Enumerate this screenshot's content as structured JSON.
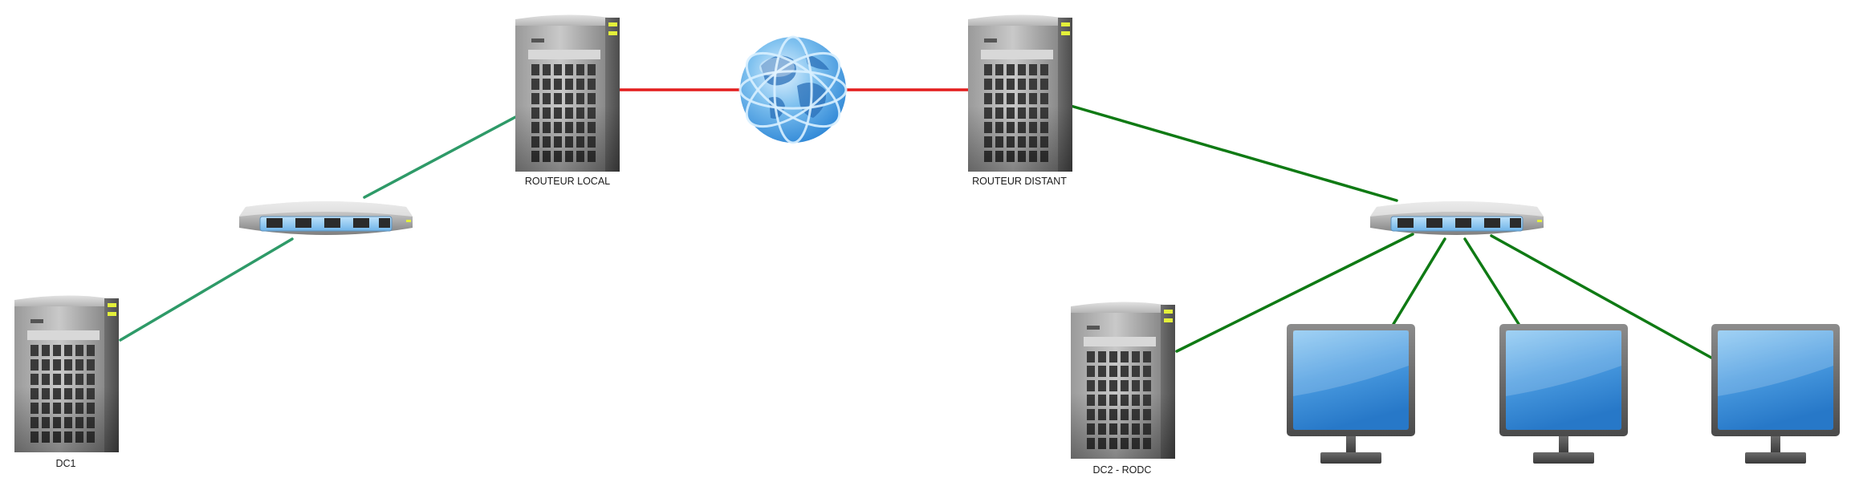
{
  "diagram": {
    "nodes": [
      {
        "id": "dc1",
        "kind": "server",
        "label": "DC1"
      },
      {
        "id": "switch-local",
        "kind": "switch",
        "label": ""
      },
      {
        "id": "router-local",
        "kind": "server",
        "label": "ROUTEUR LOCAL"
      },
      {
        "id": "internet",
        "kind": "globe",
        "label": ""
      },
      {
        "id": "router-remote",
        "kind": "server",
        "label": "ROUTEUR DISTANT"
      },
      {
        "id": "switch-remote",
        "kind": "switch",
        "label": ""
      },
      {
        "id": "dc2",
        "kind": "server",
        "label": "DC2 - RODC"
      },
      {
        "id": "pc1",
        "kind": "monitor",
        "label": ""
      },
      {
        "id": "pc2",
        "kind": "monitor",
        "label": ""
      },
      {
        "id": "pc3",
        "kind": "monitor",
        "label": ""
      }
    ],
    "links": [
      {
        "from": "dc1",
        "to": "switch-local",
        "color": "#2e9a68"
      },
      {
        "from": "switch-local",
        "to": "router-local",
        "color": "#2e9a68"
      },
      {
        "from": "router-local",
        "to": "internet",
        "color": "#e31e1e"
      },
      {
        "from": "internet",
        "to": "router-remote",
        "color": "#e31e1e"
      },
      {
        "from": "router-remote",
        "to": "switch-remote",
        "color": "#0f7a14"
      },
      {
        "from": "switch-remote",
        "to": "dc2",
        "color": "#0f7a14"
      },
      {
        "from": "switch-remote",
        "to": "pc1",
        "color": "#0f7a14"
      },
      {
        "from": "switch-remote",
        "to": "pc2",
        "color": "#0f7a14"
      },
      {
        "from": "switch-remote",
        "to": "pc3",
        "color": "#0f7a14"
      }
    ]
  }
}
